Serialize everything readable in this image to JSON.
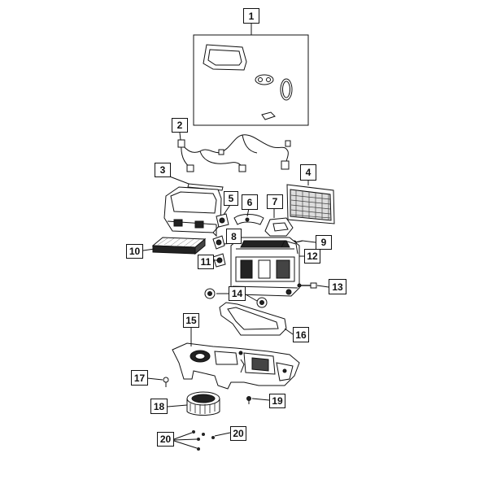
{
  "diagram": {
    "callouts": [
      "1",
      "2",
      "3",
      "4",
      "5",
      "6",
      "7",
      "8",
      "9",
      "10",
      "11",
      "12",
      "13",
      "14",
      "15",
      "16",
      "17",
      "18",
      "19",
      "20",
      "20"
    ],
    "parts": [
      "filter-kit",
      "wiring-harness",
      "seal",
      "evaporator-core",
      "actuator-a",
      "duct-a",
      "duct-b",
      "actuator-b",
      "screw",
      "cabin-air-filter",
      "actuator-c",
      "hvac-housing",
      "sensor",
      "grommets",
      "lower-housing",
      "gasket",
      "screw",
      "blower-motor",
      "clip",
      "fasteners"
    ]
  },
  "colors": {
    "line": "#111111",
    "background": "#ffffff",
    "part_fill": "#ffffff",
    "dark_fill": "#222222"
  }
}
